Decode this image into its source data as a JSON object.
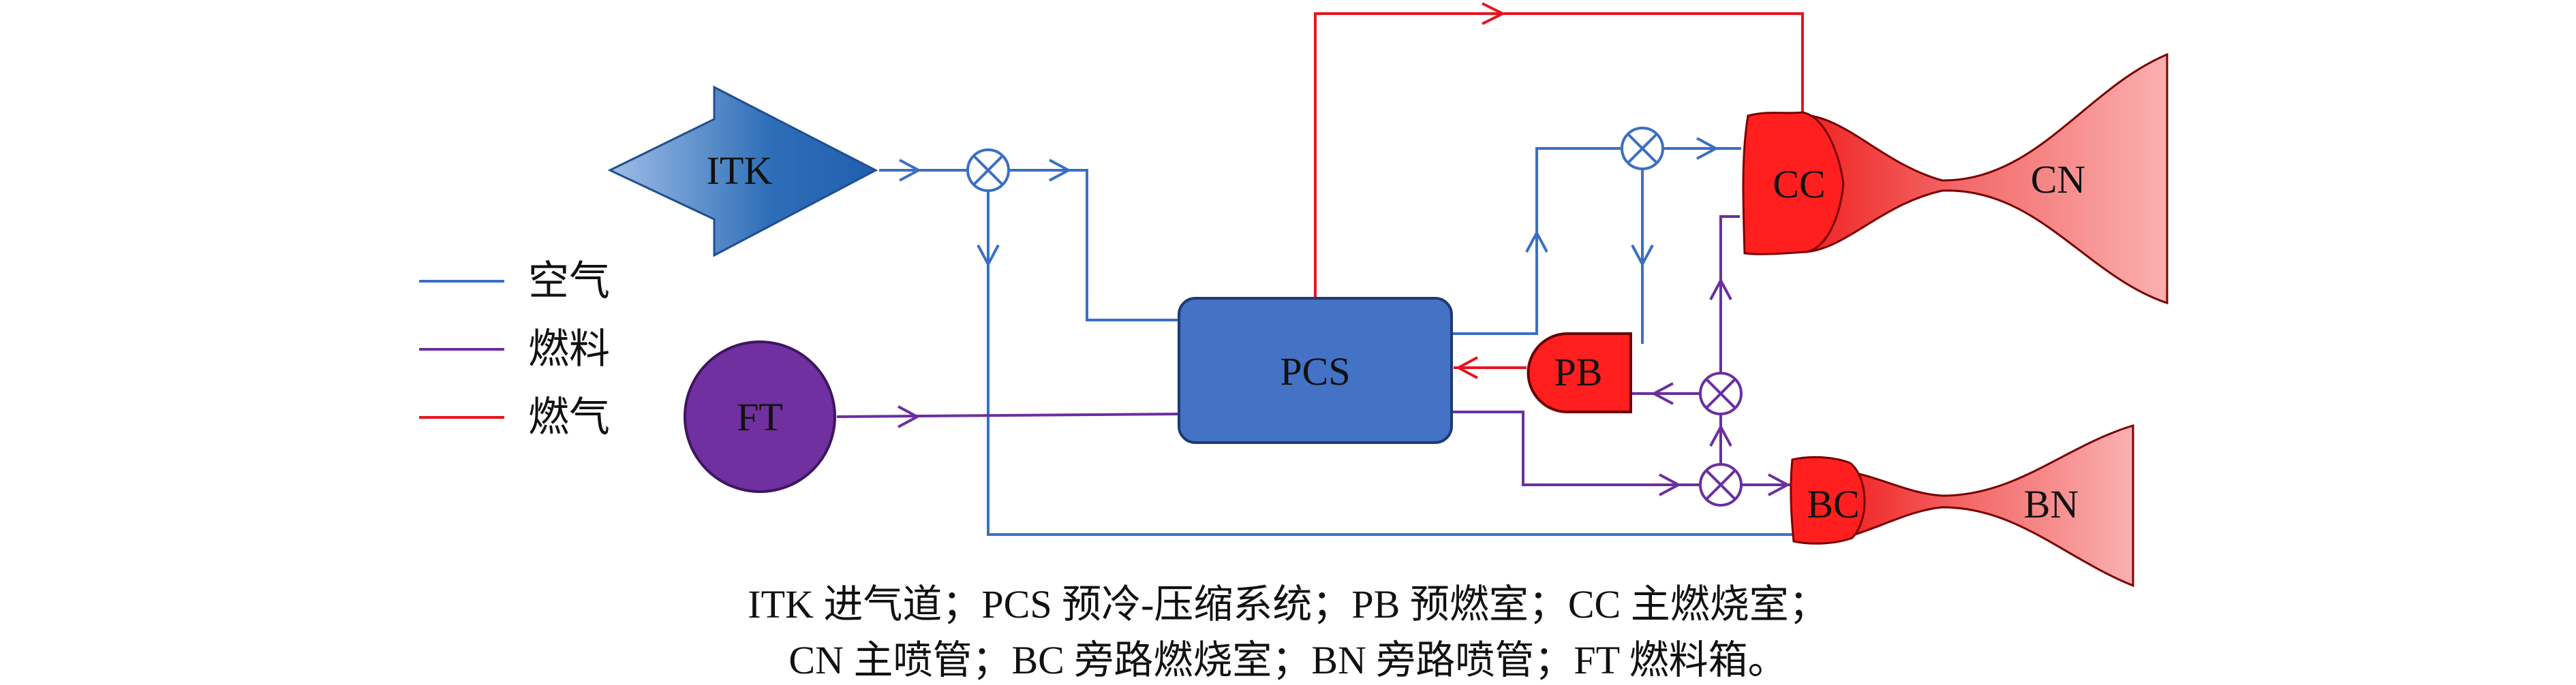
{
  "nodes": {
    "itk": "ITK",
    "ft": "FT",
    "pcs": "PCS",
    "pb": "PB",
    "cc": "CC",
    "cn": "CN",
    "bc": "BC",
    "bn": "BN"
  },
  "legend": {
    "air": "空气",
    "fuel": "燃料",
    "gas": "燃气"
  },
  "caption": {
    "line1": "ITK 进气道；PCS 预冷-压缩系统；PB 预燃室；CC 主燃烧室；",
    "line2": "CN 主喷管；BC 旁路燃烧室；BN 旁路喷管；FT 燃料箱。"
  },
  "colors": {
    "air_line": "#3b6fc4",
    "fuel_line": "#6b2fa0",
    "gas_line": "#e8141e",
    "pcs_fill": "#4472c4",
    "ft_fill": "#7030a0",
    "combustor_fill": "#ff1f1f"
  }
}
